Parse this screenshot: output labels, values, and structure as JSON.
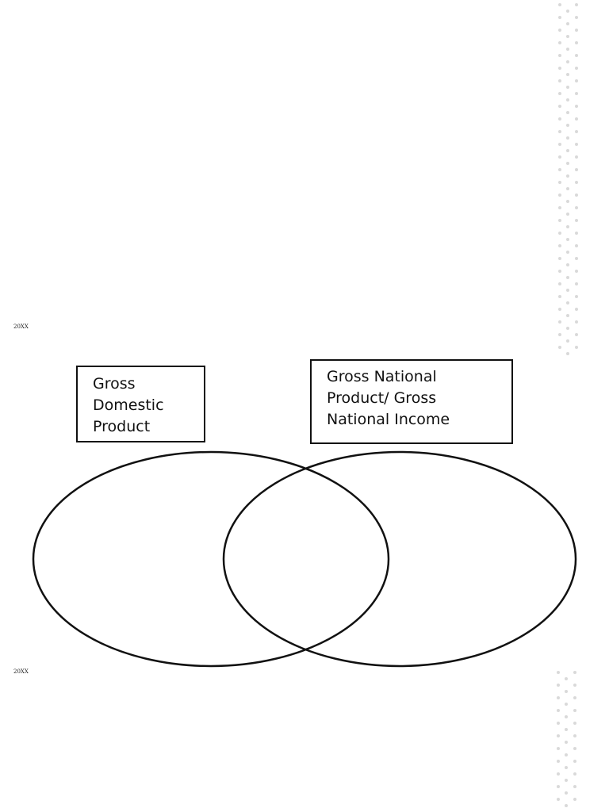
{
  "footer": {
    "top_text": "20XX",
    "bottom_text": "20XX"
  },
  "diagram": {
    "type": "venn",
    "left_set": {
      "lines": [
        "Gross",
        "Domestic",
        "Product"
      ]
    },
    "right_set": {
      "lines": [
        "Gross National",
        "Product/ Gross",
        "National Income"
      ]
    }
  },
  "colors": {
    "stroke": "#111111",
    "background": "#ffffff",
    "decor_dots": "#d9d9d9"
  }
}
